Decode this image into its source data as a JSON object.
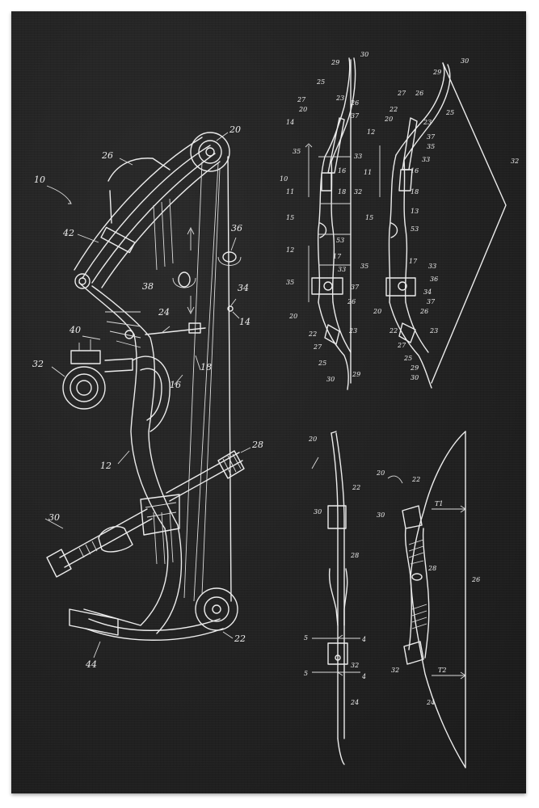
{
  "fig1": {
    "labels": [
      "10",
      "20",
      "26",
      "36",
      "42",
      "38",
      "34",
      "14",
      "40",
      "24",
      "32",
      "18",
      "16",
      "12",
      "28",
      "30",
      "22",
      "44"
    ]
  },
  "fig2": {
    "labels": [
      "29",
      "30",
      "25",
      "27",
      "23",
      "20",
      "26",
      "14",
      "37",
      "35",
      "10",
      "33",
      "16",
      "11",
      "18",
      "15",
      "32",
      "12",
      "53",
      "17",
      "33",
      "35",
      "37",
      "20",
      "26",
      "22",
      "23",
      "27",
      "25",
      "30",
      "29"
    ]
  },
  "fig3": {
    "labels": [
      "30",
      "29",
      "27",
      "26",
      "22",
      "25",
      "20",
      "23",
      "12",
      "37",
      "35",
      "33",
      "11",
      "16",
      "32",
      "18",
      "15",
      "13",
      "53",
      "35",
      "17",
      "33",
      "36",
      "34",
      "37",
      "20",
      "26",
      "22",
      "23",
      "27",
      "25",
      "29",
      "30"
    ]
  },
  "fig4": {
    "labels": [
      "20",
      "22",
      "30",
      "28",
      "5",
      "4",
      "5",
      "4",
      "32",
      "24"
    ]
  },
  "fig5": {
    "labels": [
      "20",
      "22",
      "30",
      "T1",
      "28",
      "26",
      "32",
      "T2",
      "24"
    ]
  }
}
